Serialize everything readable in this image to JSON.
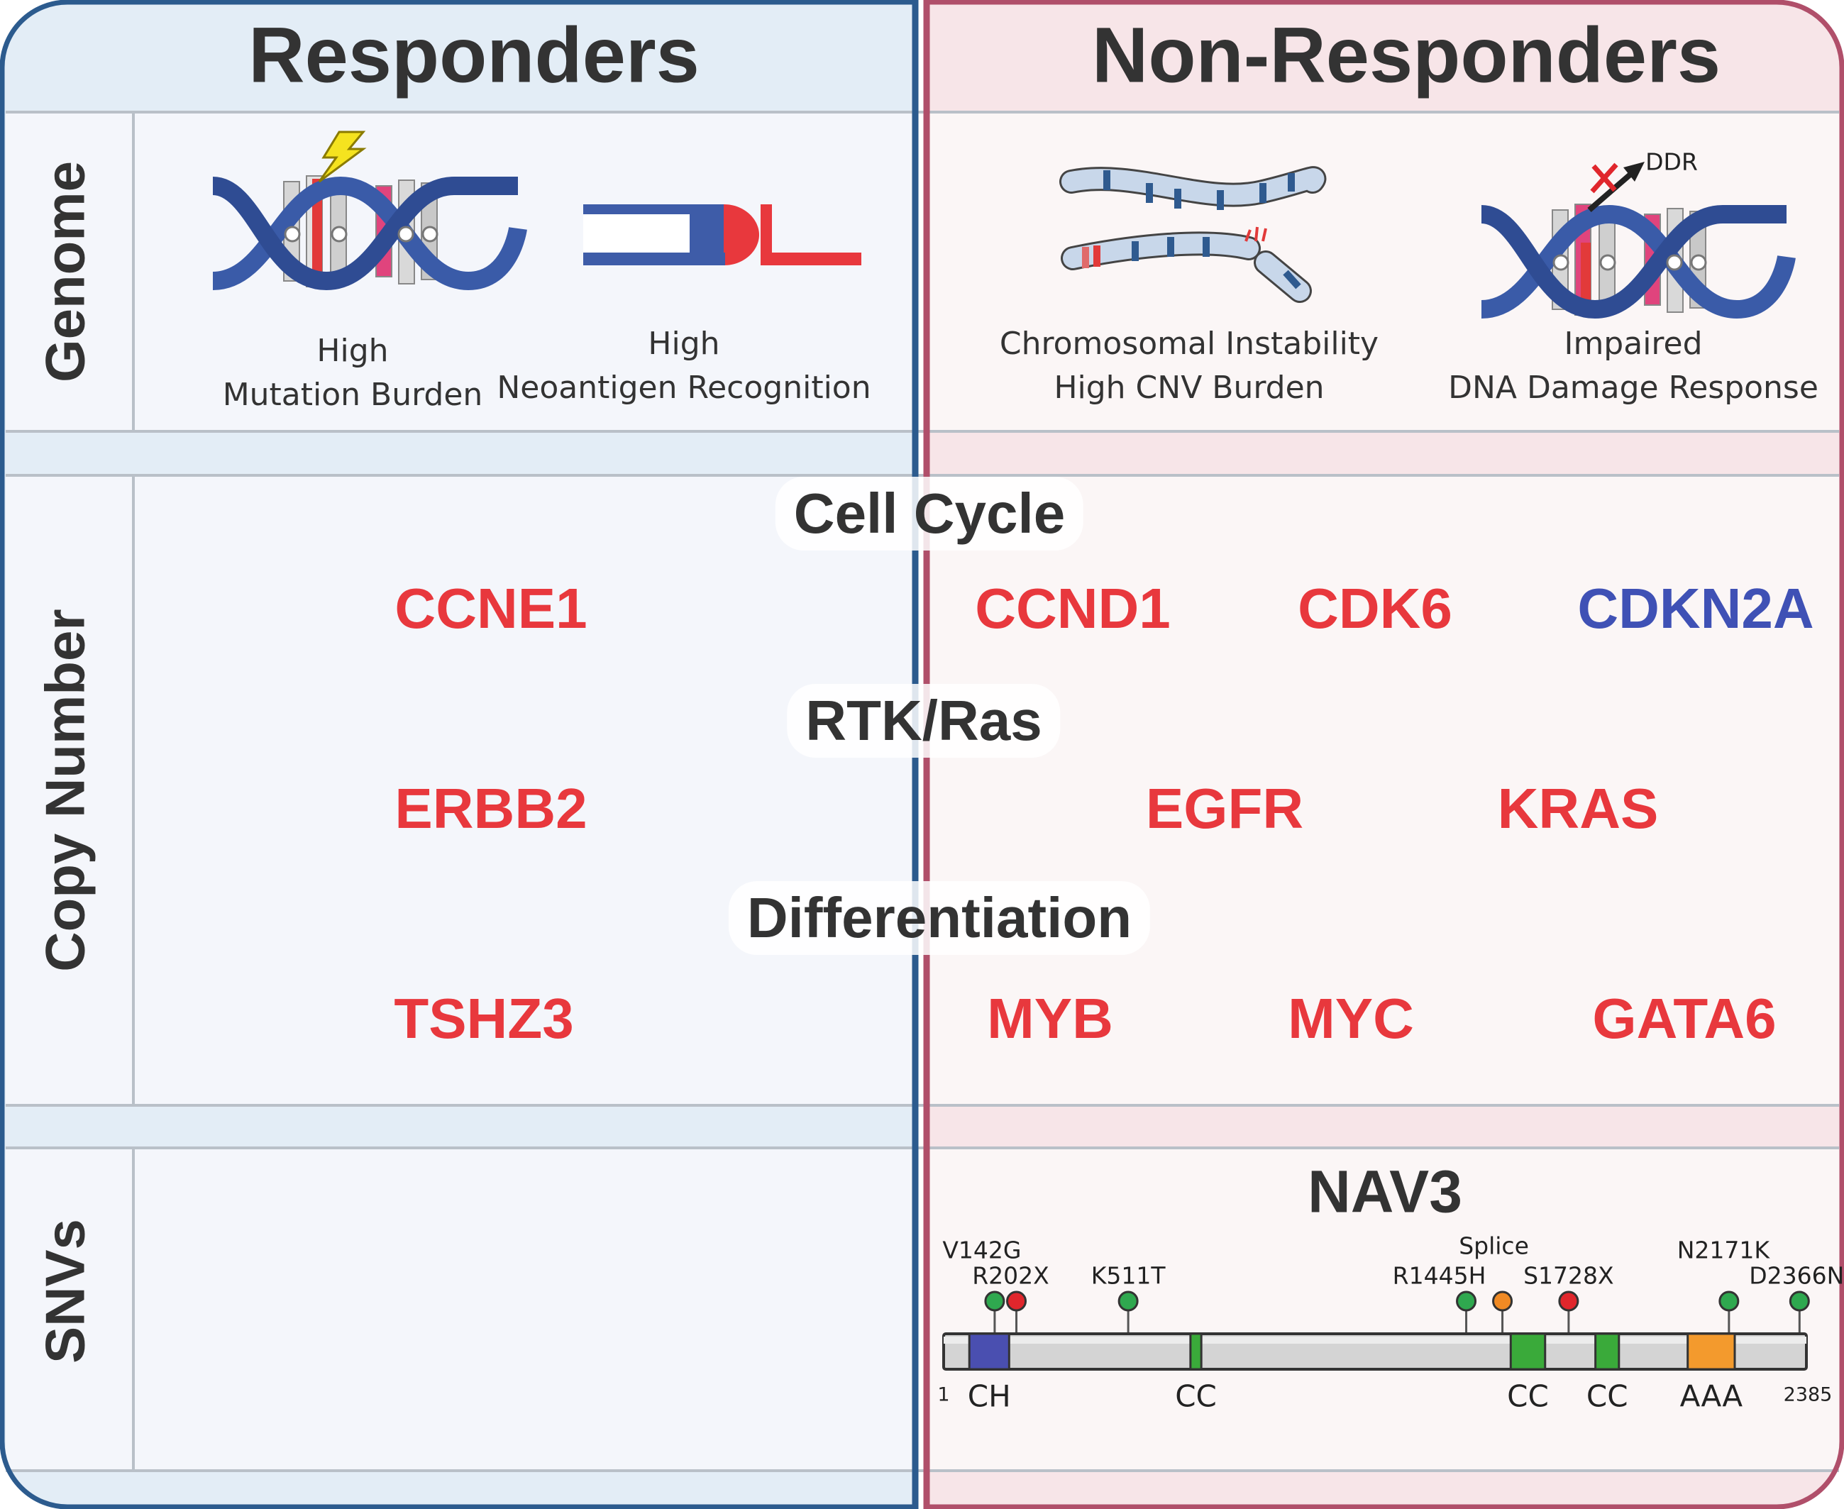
{
  "columns": {
    "responders": "Responders",
    "non_responders": "Non-Responders"
  },
  "rows": {
    "genome": "Genome",
    "copy_number": "Copy Number",
    "snvs": "SNVs"
  },
  "genome": {
    "responders": [
      {
        "line1": "High",
        "line2": "Mutation Burden"
      },
      {
        "line1": "High",
        "line2": "Neoantigen Recognition"
      }
    ],
    "non_responders": [
      {
        "line1": "Chromosomal Instability",
        "line2": "High CNV Burden"
      },
      {
        "line1": "Impaired",
        "line2": "DNA Damage Response"
      }
    ],
    "ddr_label": "DDR"
  },
  "copy_number": {
    "pathways": [
      "Cell Cycle",
      "RTK/Ras",
      "Differentiation"
    ],
    "responders": {
      "cell_cycle": [
        "CCNE1"
      ],
      "rtk_ras": [
        "ERBB2"
      ],
      "differentiation": [
        "TSHZ3"
      ]
    },
    "non_responders": {
      "cell_cycle": [
        "CCND1",
        "CDK6",
        "CDKN2A"
      ],
      "rtk_ras": [
        "EGFR",
        "KRAS"
      ],
      "differentiation": [
        "MYB",
        "MYC",
        "GATA6"
      ]
    },
    "colors": {
      "amplified": "#e8383d",
      "deleted": "#3f51b5"
    }
  },
  "snvs": {
    "gene": "NAV3",
    "length_start": "1",
    "length_end": "2385",
    "mutations": [
      {
        "label": "V142G",
        "position": 142,
        "type": "missense"
      },
      {
        "label": "R202X",
        "position": 202,
        "type": "nonsense"
      },
      {
        "label": "K511T",
        "position": 511,
        "type": "missense"
      },
      {
        "label": "R1445H",
        "position": 1445,
        "type": "missense"
      },
      {
        "label": "Splice",
        "position": 1545,
        "type": "splice"
      },
      {
        "label": "S1728X",
        "position": 1728,
        "type": "nonsense"
      },
      {
        "label": "N2171K",
        "position": 2171,
        "type": "missense"
      },
      {
        "label": "D2366N",
        "position": 2366,
        "type": "missense"
      }
    ],
    "domains": [
      {
        "label": "CH",
        "start": 72,
        "end": 182,
        "color": "#4a4fb0"
      },
      {
        "label": "CC",
        "start": 683,
        "end": 713,
        "color": "#3aaa3a"
      },
      {
        "label": "CC",
        "start": 1568,
        "end": 1663,
        "color": "#3aaa3a"
      },
      {
        "label": "CC",
        "start": 1802,
        "end": 1867,
        "color": "#3aaa3a"
      },
      {
        "label": "AAA",
        "start": 2057,
        "end": 2187,
        "color": "#f39a2d"
      }
    ],
    "mutation_colors": {
      "missense": "#2fa84f",
      "nonsense": "#e0262c",
      "splice": "#f08a24"
    }
  }
}
